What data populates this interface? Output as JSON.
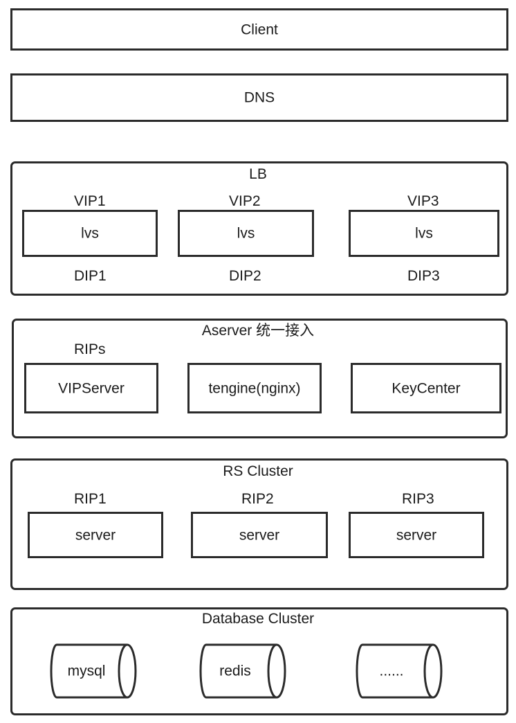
{
  "client": {
    "label": "Client"
  },
  "dns": {
    "label": "DNS"
  },
  "lb": {
    "title": "LB",
    "nodes": [
      {
        "vip": "VIP1",
        "label": "lvs",
        "dip": "DIP1"
      },
      {
        "vip": "VIP2",
        "label": "lvs",
        "dip": "DIP2"
      },
      {
        "vip": "VIP3",
        "label": "lvs",
        "dip": "DIP3"
      }
    ]
  },
  "aserver": {
    "title": "Aserver 统一接入",
    "rips_label": "RIPs",
    "nodes": [
      {
        "label": "VIPServer"
      },
      {
        "label": "tengine(nginx)"
      },
      {
        "label": "KeyCenter"
      }
    ]
  },
  "rs_cluster": {
    "title": "RS Cluster",
    "nodes": [
      {
        "rip": "RIP1",
        "label": "server"
      },
      {
        "rip": "RIP2",
        "label": "server"
      },
      {
        "rip": "RIP3",
        "label": "server"
      }
    ]
  },
  "database_cluster": {
    "title": "Database Cluster",
    "nodes": [
      {
        "label": "mysql"
      },
      {
        "label": "redis"
      },
      {
        "label": "......"
      }
    ]
  }
}
